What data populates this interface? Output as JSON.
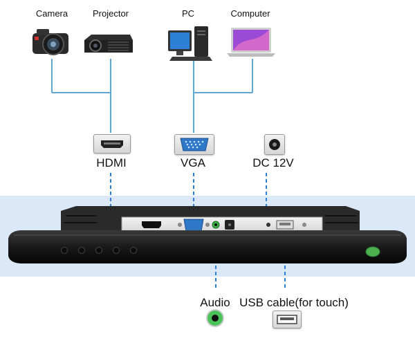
{
  "devices": {
    "camera": "Camera",
    "projector": "Projector",
    "pc": "PC",
    "computer": "Computer"
  },
  "ports_top": {
    "hdmi": "HDMI",
    "vga": "VGA",
    "dc": "DC 12V"
  },
  "ports_bottom": {
    "audio": "Audio",
    "usb": "USB cable(for touch)"
  },
  "colors": {
    "connector_line": "#5fa8d3",
    "dashed_line": "#2a7fd4",
    "band": "#dbe8f8",
    "audio_jack": "#3cb043"
  },
  "icons": [
    "camera-icon",
    "projector-icon",
    "desktop-pc-icon",
    "laptop-icon",
    "hdmi-port-icon",
    "vga-port-icon",
    "dc-jack-icon",
    "audio-jack-icon",
    "usb-port-icon",
    "monitor-back-panel"
  ]
}
